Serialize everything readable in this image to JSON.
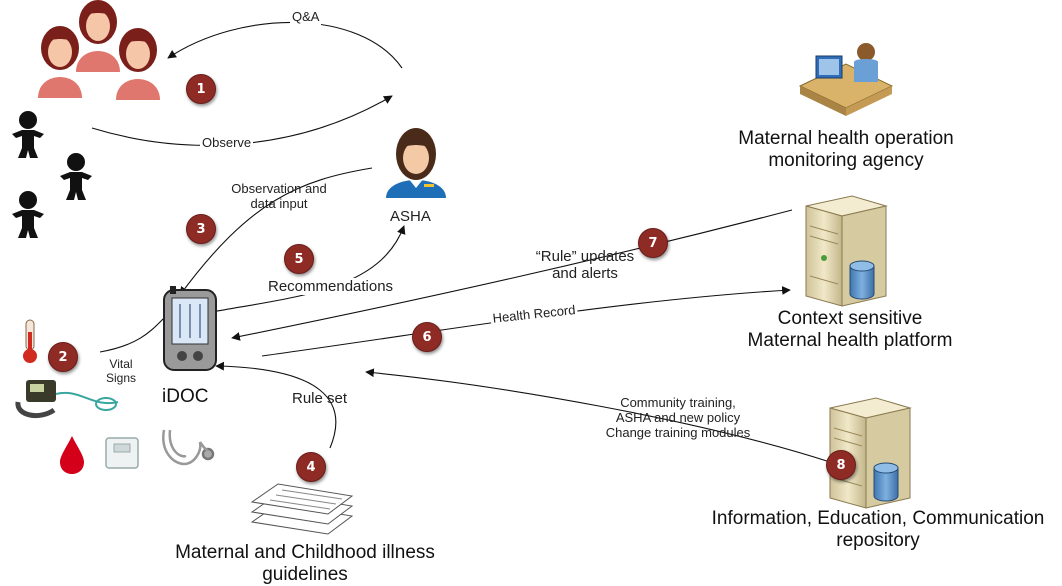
{
  "labels": {
    "qa": "Q&A",
    "observe": "Observe",
    "observation_input_1": "Observation and",
    "observation_input_2": "data input",
    "asha": "ASHA",
    "recommendations": "Recommendations",
    "rule_updates_1": "“Rule” updates",
    "rule_updates_2": "and alerts",
    "health_record": "Health Record",
    "vital_1": "Vital",
    "vital_2": "Signs",
    "idoc": "iDOC",
    "rule_set": "Rule set",
    "guidelines_1": "Maternal and Childhood illness",
    "guidelines_2": "guidelines",
    "agency_1": "Maternal health operation",
    "agency_2": "monitoring agency",
    "platform_1": "Context sensitive",
    "platform_2": "Maternal health platform",
    "training_1": "Community training,",
    "training_2": "ASHA and new policy",
    "training_3": "Change training modules",
    "iec_1": "Information, Education, Communication",
    "iec_2": "repository"
  },
  "badges": [
    "1",
    "2",
    "3",
    "4",
    "5",
    "6",
    "7",
    "8"
  ],
  "colors": {
    "badge": "#8e2b25",
    "mother_skin": "#e0776e",
    "hair": "#7a1f1a",
    "baby": "#111111",
    "server_body": "#eae0bd",
    "database": "#5b8fc4",
    "arrow": "#111111"
  },
  "icons": [
    "mothers-icon",
    "babies-icon",
    "asha-nurse-icon",
    "idoc-device-icon",
    "thermometer-icon",
    "bp-monitor-icon",
    "blood-drop-icon",
    "weighing-scale-icon",
    "stethoscope-icon",
    "guidelines-documents-icon",
    "agency-operator-icon",
    "platform-server-icon",
    "repository-server-icon"
  ]
}
